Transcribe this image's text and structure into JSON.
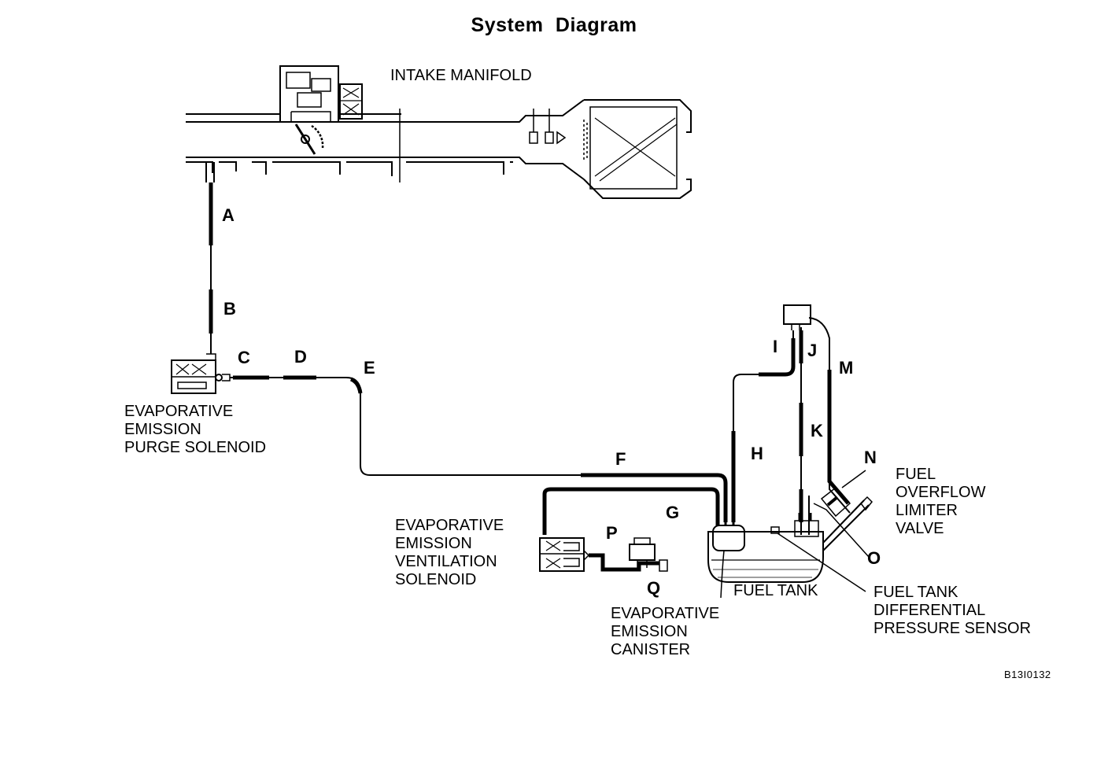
{
  "title": "System Diagram",
  "labels": {
    "intake_manifold": "INTAKE MANIFOLD",
    "purge_solenoid": [
      "EVAPORATIVE",
      "EMISSION",
      "PURGE SOLENOID"
    ],
    "ventilation_solenoid": [
      "EVAPORATIVE",
      "EMISSION",
      "VENTILATION",
      "SOLENOID"
    ],
    "canister": [
      "EVAPORATIVE",
      "EMISSION",
      "CANISTER"
    ],
    "fuel_tank": "FUEL TANK",
    "pressure_sensor": [
      "FUEL TANK",
      "DIFFERENTIAL",
      "PRESSURE SENSOR"
    ],
    "overflow_valve": [
      "FUEL",
      "OVERFLOW",
      "LIMITER",
      "VALVE"
    ]
  },
  "hose_letters": {
    "A": "A",
    "B": "B",
    "C": "C",
    "D": "D",
    "E": "E",
    "F": "F",
    "G": "G",
    "H": "H",
    "I": "I",
    "J": "J",
    "K": "K",
    "M": "M",
    "N": "N",
    "O": "O",
    "P": "P",
    "Q": "Q"
  },
  "figure_code": "B13I0132"
}
